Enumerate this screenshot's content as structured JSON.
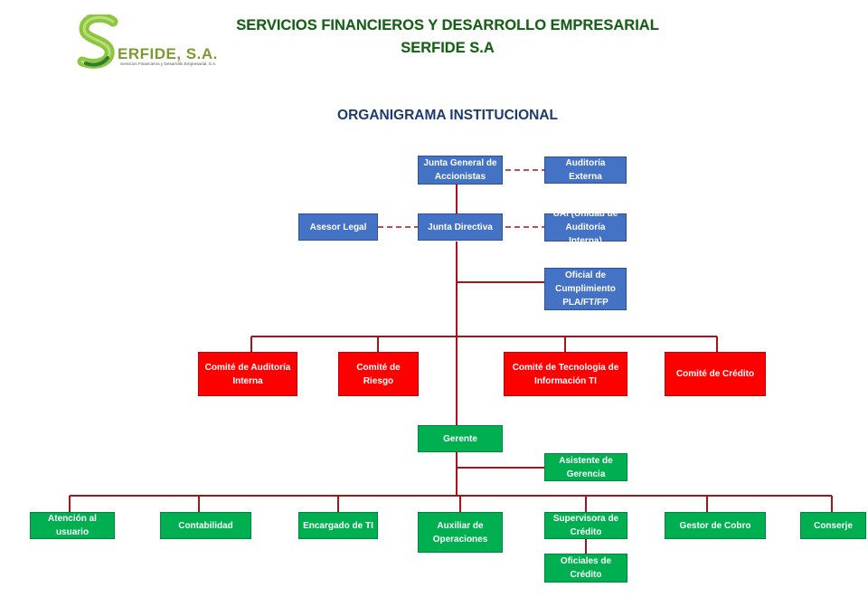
{
  "logo": {
    "name": "ERFIDE, S.A.",
    "tagline": "Servicios Financieros y Desarrollo Empresarial, S.A.",
    "colors": {
      "primary": "#8cc63f",
      "dark": "#2e7d32",
      "light": "#c6e48b"
    }
  },
  "header": {
    "line1": "SERVICIOS FINANCIEROS Y DESARROLLO EMPRESARIAL",
    "line2": "SERFIDE S.A"
  },
  "org_title": "ORGANIGRAMA INSTITUCIONAL",
  "colors": {
    "blue": "#4472c4",
    "red": "#ff0000",
    "green": "#00b050",
    "connector": "#a3151b",
    "header_text": "#1a5c1a",
    "title_text": "#1e3a6e"
  },
  "nodes": {
    "junta_general": "Junta General de Accionistas",
    "auditoria_externa": "Auditoría Externa",
    "asesor_legal": "Asesor Legal",
    "junta_directiva": "Junta Directiva",
    "uai": "UAI (Unidad de Auditoría Interna)",
    "oficial_cumplimiento": "Oficial de Cumplimiento PLA/FT/FP",
    "comite_auditoria": "Comité de Auditoría Interna",
    "comite_riesgo": "Comité de Riesgo",
    "comite_tecnologia": "Comité de Tecnologia de Información TI",
    "comite_credito": "Comité de Crédito",
    "gerente": "Gerente",
    "asistente_gerencia": "Asistente de Gerencia",
    "atencion_usuario": "Atención al usuario",
    "contabilidad": "Contabilidad",
    "encargado_ti": "Encargado de TI",
    "auxiliar_operaciones": "Auxiliar de Operaciones",
    "supervisora_credito": "Supervisora de Crédito",
    "gestor_cobro": "Gestor de Cobro",
    "conserje": "Conserje",
    "oficiales_credito": "Oficiales de Crédito"
  }
}
